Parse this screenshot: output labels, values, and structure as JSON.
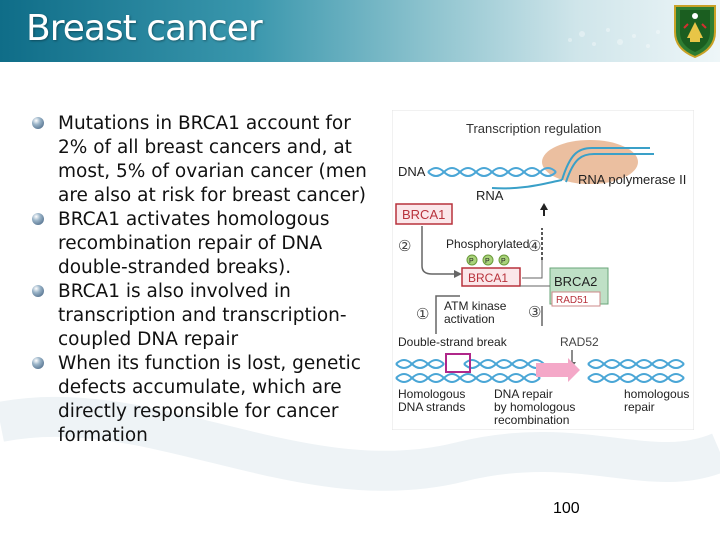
{
  "slide": {
    "title": "Breast cancer",
    "bullets": [
      "Mutations in BRCA1 account for 2% of all breast cancers and, at most, 5% of ovarian cancer (men are also at risk for breast cancer)",
      "BRCA1 activates homologous recombination repair of DNA double-stranded breaks).",
      "BRCA1 is also involved in transcription and transcription-coupled DNA repair",
      "When its function is lost, genetic defects accumulate, which are directly responsible for cancer formation"
    ],
    "page_number": "100"
  },
  "figure": {
    "transcription_regulation": "Transcription regulation",
    "dna": "DNA",
    "rna_polymerase": "RNA polymerase II",
    "rna": "RNA",
    "brca1_top": "BRCA1",
    "step2": "②",
    "step4": "④",
    "phosphorylated": "Phosphorylated",
    "p1": "P",
    "p2": "P",
    "p3": "P",
    "brca1_mid": "BRCA1",
    "brca2": "BRCA2",
    "rad51": "RAD51",
    "step1": "①",
    "atm_kinase": "ATM kinase",
    "activation": "activation",
    "step3": "③",
    "double_strand_break": "Double-strand break",
    "rad52": "RAD52",
    "homologous_dna_1": "Homologous",
    "homologous_dna_2": "DNA strands",
    "dna_repair_1": "DNA repair",
    "dna_repair_2": "by homologous",
    "dna_repair_3": "recombination",
    "homologous_repair_1": "homologous",
    "homologous_repair_2": "repair"
  },
  "colors": {
    "header_dark": "#0f6d88",
    "dna_blue": "#4aa6d6",
    "box_red_border": "#b8323c",
    "brca2_green": "#bfe0c6",
    "polymerase_tan": "#e7b48f",
    "pink_arrow": "#f4a8c8"
  }
}
